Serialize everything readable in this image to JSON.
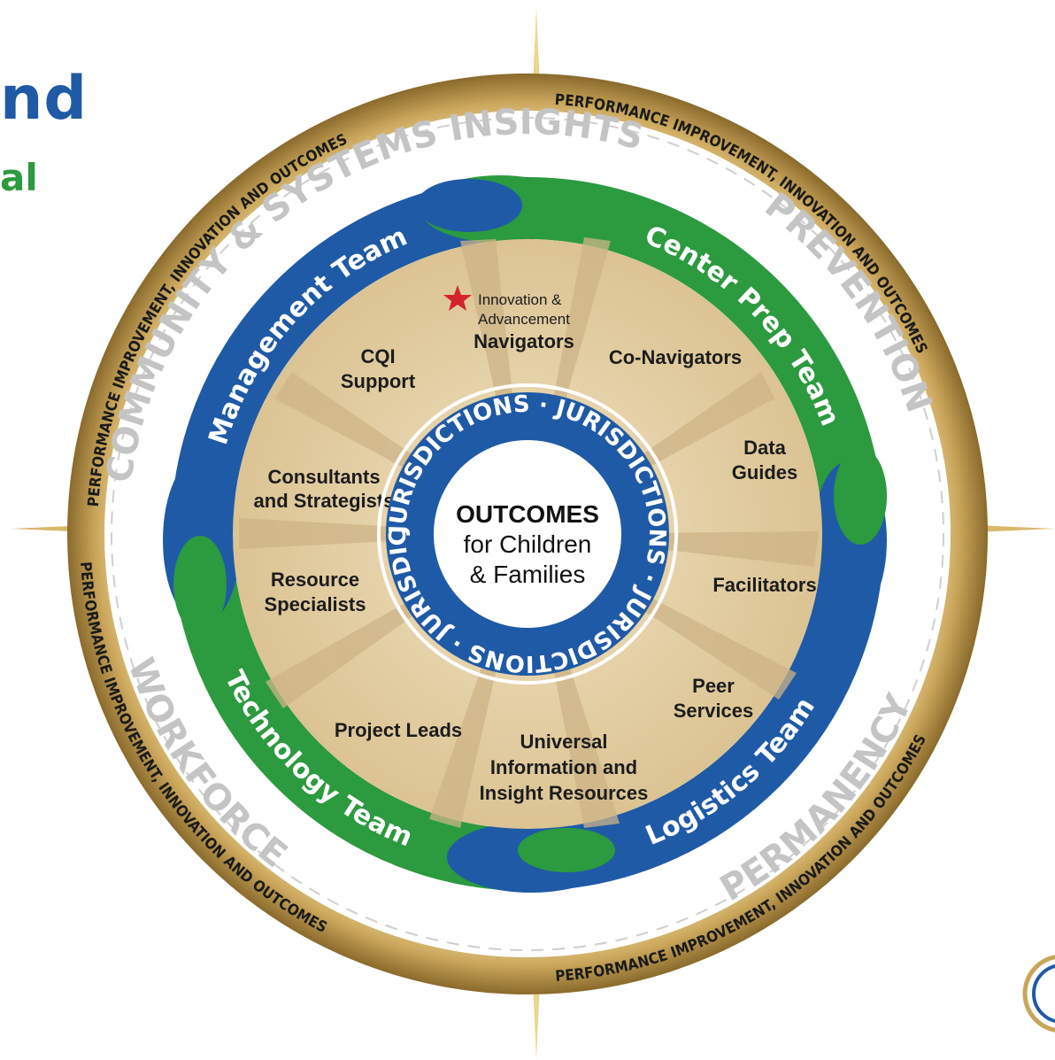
{
  "header": {
    "title_fragment": "nd",
    "subtitle_fragment": "al"
  },
  "outer_ring": {
    "repeating_text": "PERFORMANCE IMPROVEMENT, INNOVATION AND OUTCOMES"
  },
  "domains": {
    "top_left": "COMMUNITY & SYSTEMS INSIGHTS",
    "top_right": "PREVENTION",
    "bottom_right": "PERMANENCY",
    "bottom_left": "WORKFORCE"
  },
  "teams": {
    "management": "Management Team",
    "center_prep": "Center Prep Team",
    "logistics": "Logistics Team",
    "technology": "Technology Team"
  },
  "roles": {
    "innovation_line1": "Innovation &",
    "innovation_line2": "Advancement",
    "innovation_line3": "Navigators",
    "co_navigators": "Co-Navigators",
    "cqi_line1": "CQI",
    "cqi_line2": "Support",
    "data_line1": "Data",
    "data_line2": "Guides",
    "consultants_line1": "Consultants",
    "consultants_line2": "and Strategists",
    "facilitators": "Facilitators",
    "resource_line1": "Resource",
    "resource_line2": "Specialists",
    "peer_line1": "Peer",
    "peer_line2": "Services",
    "project_leads": "Project Leads",
    "universal_line1": "Universal",
    "universal_line2": "Information and",
    "universal_line3": "Insight Resources"
  },
  "center": {
    "ring_text": "JURISDICTIONS · JURISDICTIONS · JURISDICTIONS · JURISDICTIONS ·",
    "title": "OUTCOMES",
    "line2": "for Children",
    "line3": "& Families"
  },
  "colors": {
    "blue": "#1f5aa6",
    "green": "#2c9a3e",
    "gold": "#c9a55a",
    "tan": "#e2cfa6",
    "tan_dark": "#cdb487",
    "star_red": "#d3242c"
  }
}
